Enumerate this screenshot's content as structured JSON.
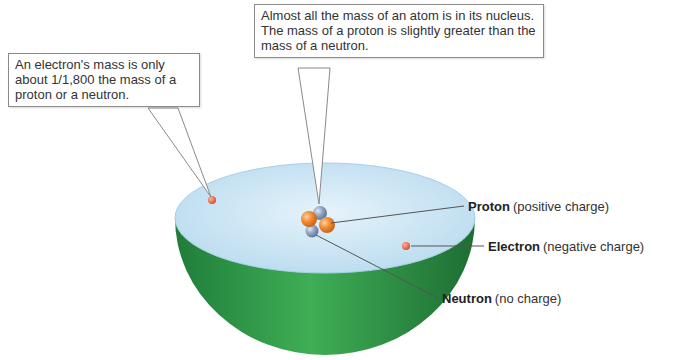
{
  "diagram": {
    "nodes": [
      {
        "text": [
          "An electron's mass is only about 1/1,800 the mass of a proton or a neutron."
        ]
      },
      {
        "text": [
          "Almost all the mass of an atom is in its nucleus. The mass of a proton is slightly greater than the mass of a neutron."
        ]
      }
    ],
    "labels": [
      "Proton",
      "(positive charge)",
      "Electron",
      "(negative charge)",
      "Neutron",
      "(no charge)"
    ]
  }
}
